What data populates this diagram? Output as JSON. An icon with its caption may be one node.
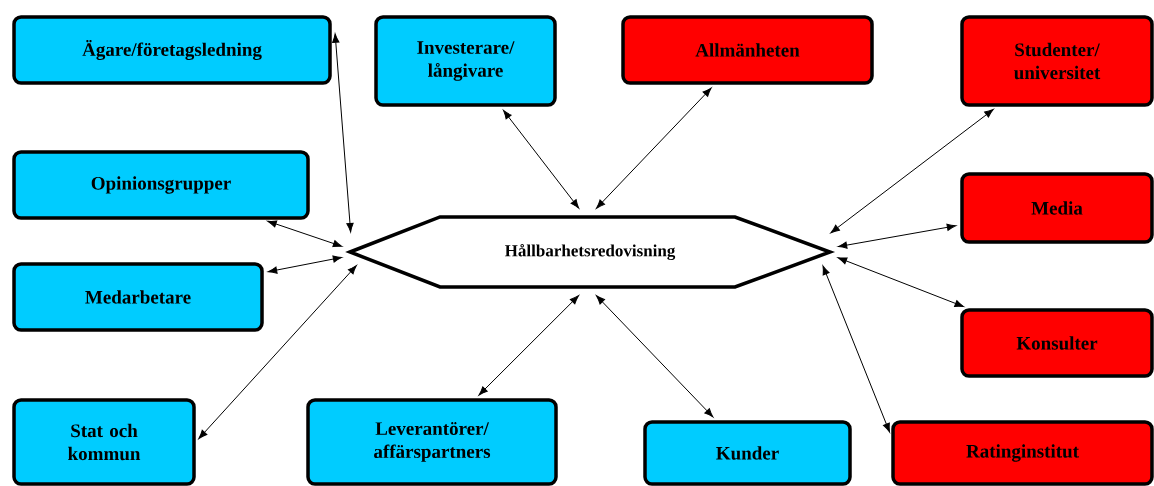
{
  "diagram": {
    "nodes": [
      {
        "text": [
          "Hållbarhetsredovisning"
        ]
      },
      {
        "text": [
          "Ägare/företagsledning"
        ]
      },
      {
        "text": [
          "Investerare/ långivare"
        ]
      },
      {
        "text": [
          "Allmänheten"
        ]
      },
      {
        "text": [
          "Studenter/ universitet"
        ]
      },
      {
        "text": [
          "Opinionsgrupper"
        ]
      },
      {
        "text": [
          "Media"
        ]
      },
      {
        "text": [
          "Medarbetare"
        ]
      },
      {
        "text": [
          "Konsulter"
        ]
      },
      {
        "text": [
          "Stat och kommun"
        ]
      },
      {
        "text": [
          "Leverantörer/ affärspartners"
        ]
      },
      {
        "text": [
          "Kunder"
        ]
      },
      {
        "text": [
          "Ratinginstitut"
        ]
      }
    ],
    "edges": [
      {
        "from": 0,
        "to": 1,
        "arrow": "both"
      },
      {
        "from": 0,
        "to": 2,
        "arrow": "both"
      },
      {
        "from": 0,
        "to": 3,
        "arrow": "both"
      },
      {
        "from": 0,
        "to": 4,
        "arrow": "both"
      },
      {
        "from": 0,
        "to": 5,
        "arrow": "both"
      },
      {
        "from": 0,
        "to": 6,
        "arrow": "both"
      },
      {
        "from": 0,
        "to": 7,
        "arrow": "both"
      },
      {
        "from": 0,
        "to": 8,
        "arrow": "both"
      },
      {
        "from": 0,
        "to": 9,
        "arrow": "both"
      },
      {
        "from": 0,
        "to": 10,
        "arrow": "both"
      },
      {
        "from": 0,
        "to": 11,
        "arrow": "both"
      },
      {
        "from": 0,
        "to": 12,
        "arrow": "both"
      }
    ]
  }
}
